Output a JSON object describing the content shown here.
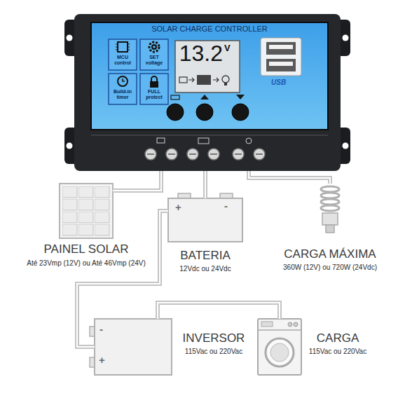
{
  "diagram": {
    "nodes": [
      {
        "text": [
          "SOLAR CHARGE CONTROLLER"
        ]
      },
      {
        "text": [
          "13.2",
          "V"
        ],
        "in": 0
      },
      {
        "text": [
          "MCU control"
        ],
        "in": 0
      },
      {
        "text": [
          "SET voltage"
        ],
        "in": 0
      },
      {
        "text": [
          "Build-in timer"
        ],
        "in": 0
      },
      {
        "text": [
          "FULL protect"
        ],
        "in": 0
      },
      {
        "text": [
          "PAINEL SOLAR",
          "Até 23Vmp (12V) ou Até 46Vmp (24V)"
        ]
      },
      {
        "text": [
          "BATERIA",
          "12Vdc ou 24Vdc"
        ]
      },
      {
        "text": [
          "CARGA MÁXIMA",
          "360W (12V) ou 720W (24Vdc)"
        ]
      },
      {
        "text": [
          "INVERSOR",
          "115Vac ou 220Vac"
        ]
      },
      {
        "text": [
          "CARGA",
          "115Vac ou 220Vac"
        ]
      }
    ],
    "edges": [
      {
        "from": 6,
        "to": 0,
        "arrow": "none"
      },
      {
        "from": 7,
        "to": 0,
        "arrow": "none"
      },
      {
        "from": 8,
        "to": 0,
        "arrow": "none"
      },
      {
        "from": 7,
        "to": 9,
        "arrow": "none"
      },
      {
        "from": 9,
        "to": 10,
        "arrow": "none"
      }
    ],
    "labels": [
      "USB",
      "+",
      "-",
      "-",
      "+"
    ]
  }
}
